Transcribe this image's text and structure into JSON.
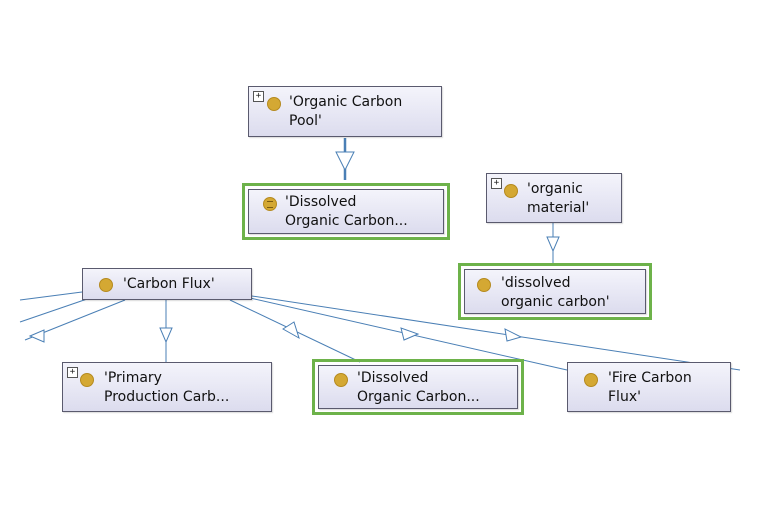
{
  "nodes": {
    "organic_carbon_pool": {
      "line1": "'Organic Carbon",
      "line2": "Pool'",
      "expandable": "+"
    },
    "dissolved_organic_carbon_equiv": {
      "line1": "'Dissolved",
      "line2": "Organic Carbon..."
    },
    "organic_material": {
      "line1": "'organic",
      "line2": "material'",
      "expandable": "+"
    },
    "dissolved_organic_carbon_lower": {
      "line1": "'dissolved",
      "line2": "organic carbon'"
    },
    "carbon_flux": {
      "line1": "'Carbon Flux'"
    },
    "primary_production": {
      "line1": "'Primary",
      "line2": "Production Carb...",
      "expandable": "+"
    },
    "dissolved_organic_carbon_flux": {
      "line1": "'Dissolved",
      "line2": "Organic Carbon..."
    },
    "fire_carbon_flux": {
      "line1": "'Fire Carbon",
      "line2": "Flux'"
    }
  },
  "colors": {
    "node_border": "#5a5a6e",
    "highlight": "#6db24a",
    "class_dot": "#d4a833",
    "edge": "#4a7fb5"
  },
  "icons": {
    "class": "class-dot-icon",
    "equivalent_class": "equivalent-class-icon",
    "expand": "plus-expand-icon"
  }
}
